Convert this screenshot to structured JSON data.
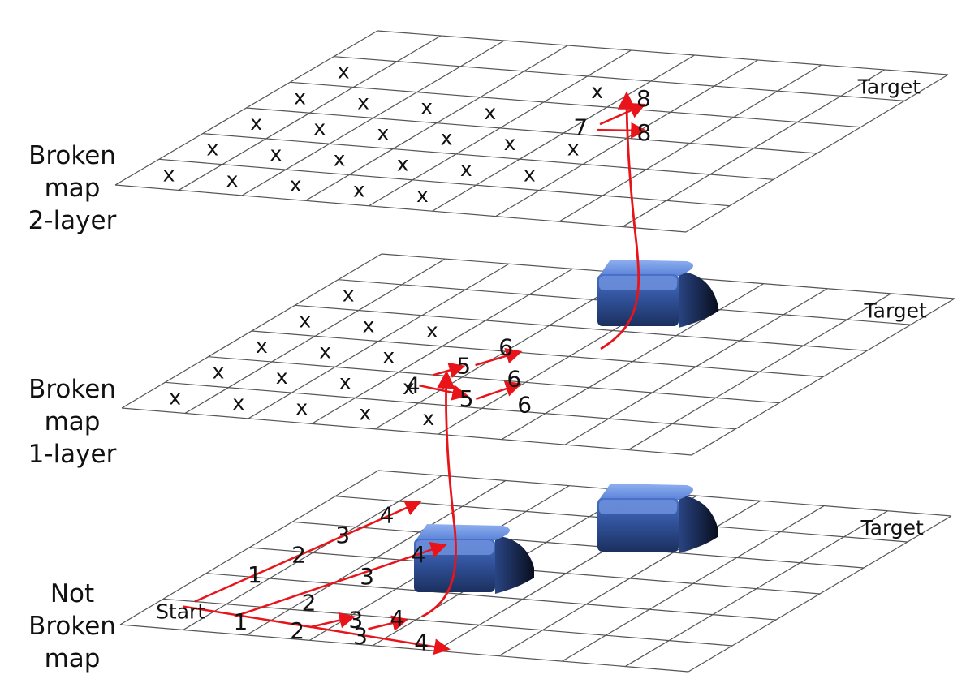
{
  "layers": [
    {
      "id": "top",
      "label_lines": [
        "Broken",
        "map",
        "2-layer"
      ],
      "target": "Target"
    },
    {
      "id": "mid",
      "label_lines": [
        "Broken",
        "map",
        "1-layer"
      ],
      "target": "Target"
    },
    {
      "id": "bottom",
      "label_lines": [
        "Not",
        "Broken",
        "map"
      ],
      "target": "Target"
    }
  ],
  "start_label": "Start",
  "obstacle_mark": "x",
  "colors": {
    "path": "#e8141a",
    "grid": "#555555",
    "block_top": "#6f95e6",
    "block_side": "#3a5ea8",
    "block_dark": "#0e1730",
    "text": "#111111"
  },
  "obstacles": {
    "top": [
      [
        0,
        0
      ],
      [
        0,
        1
      ],
      [
        0,
        2
      ],
      [
        0,
        3
      ],
      [
        0,
        4
      ],
      [
        1,
        0
      ],
      [
        1,
        1
      ],
      [
        1,
        2
      ],
      [
        1,
        3
      ],
      [
        2,
        0
      ],
      [
        2,
        1
      ],
      [
        2,
        2
      ],
      [
        2,
        3
      ],
      [
        3,
        0
      ],
      [
        3,
        1
      ],
      [
        3,
        2
      ],
      [
        3,
        3
      ],
      [
        4,
        0
      ],
      [
        4,
        1
      ],
      [
        4,
        2
      ],
      [
        4,
        4
      ],
      [
        5,
        1
      ],
      [
        5,
        2
      ]
    ],
    "mid": [
      [
        0,
        0
      ],
      [
        0,
        1
      ],
      [
        0,
        2
      ],
      [
        0,
        3
      ],
      [
        0,
        4
      ],
      [
        1,
        0
      ],
      [
        1,
        1
      ],
      [
        1,
        2
      ],
      [
        1,
        3
      ],
      [
        2,
        0
      ],
      [
        2,
        1
      ],
      [
        2,
        2
      ],
      [
        2,
        3
      ],
      [
        3,
        0
      ],
      [
        3,
        1
      ],
      [
        4,
        0
      ]
    ]
  },
  "step_numbers": {
    "bottom": [
      {
        "t": "1",
        "c": [
          0.7,
          2.1
        ]
      },
      {
        "t": "2",
        "c": [
          0.85,
          2.9
        ]
      },
      {
        "t": "3",
        "c": [
          1.0,
          3.7
        ]
      },
      {
        "t": "4",
        "c": [
          1.15,
          4.5
        ]
      },
      {
        "t": "1",
        "c": [
          1.6,
          0.45
        ]
      },
      {
        "t": "2",
        "c": [
          2.1,
          1.3
        ]
      },
      {
        "t": "3",
        "c": [
          2.3,
          2.35
        ]
      },
      {
        "t": "4",
        "c": [
          2.5,
          3.25
        ]
      },
      {
        "t": "2",
        "c": [
          2.6,
          0.3
        ]
      },
      {
        "t": "3",
        "c": [
          3.6,
          0.3
        ]
      },
      {
        "t": "4",
        "c": [
          3.7,
          1.0
        ]
      },
      {
        "t": "4",
        "c": [
          4.6,
          0.25
        ]
      },
      {
        "t": "3",
        "c": [
          3.15,
          0.85
        ]
      }
    ],
    "mid": [
      {
        "t": "4",
        "c": [
          3.5,
          1.6
        ]
      },
      {
        "t": "5",
        "c": [
          3.75,
          2.4
        ]
      },
      {
        "t": "6",
        "c": [
          3.9,
          3.15
        ]
      },
      {
        "t": "5",
        "c": [
          4.55,
          1.3
        ]
      },
      {
        "t": "6",
        "c": [
          4.75,
          2.1
        ]
      },
      {
        "t": "6",
        "c": [
          5.5,
          1.25
        ]
      }
    ],
    "top": [
      {
        "t": "7",
        "c": [
          5.1,
          3.25
        ]
      },
      {
        "t": "8",
        "c": [
          5.3,
          4.4
        ]
      },
      {
        "t": "8",
        "c": [
          6.1,
          3.25
        ]
      }
    ]
  },
  "arrows": {
    "bottom": [
      {
        "from": [
          0.5,
          1.0
        ],
        "to": [
          1.3,
          5.0
        ]
      },
      {
        "from": [
          1.4,
          0.6
        ],
        "to": [
          2.65,
          3.6
        ]
      },
      {
        "from": [
          0.45,
          0.8
        ],
        "to": [
          5.1,
          0.1
        ]
      },
      {
        "from": [
          3.55,
          0.55
        ],
        "to": [
          3.85,
          0.95
        ]
      },
      {
        "from": [
          2.7,
          0.45
        ],
        "to": [
          3.05,
          0.9
        ]
      }
    ],
    "mid": [
      {
        "from": [
          3.6,
          1.6
        ],
        "to": [
          4.45,
          1.4
        ]
      },
      {
        "from": [
          3.55,
          2.0
        ],
        "to": [
          3.75,
          2.35
        ]
      },
      {
        "from": [
          3.9,
          2.45
        ],
        "to": [
          4.2,
          3.0
        ]
      },
      {
        "from": [
          4.7,
          1.3
        ],
        "to": [
          4.95,
          1.9
        ]
      }
    ],
    "top": [
      {
        "from": [
          5.3,
          3.4
        ],
        "to": [
          5.45,
          4.15
        ]
      },
      {
        "from": [
          5.4,
          3.2
        ],
        "to": [
          6.05,
          3.3
        ]
      }
    ]
  }
}
